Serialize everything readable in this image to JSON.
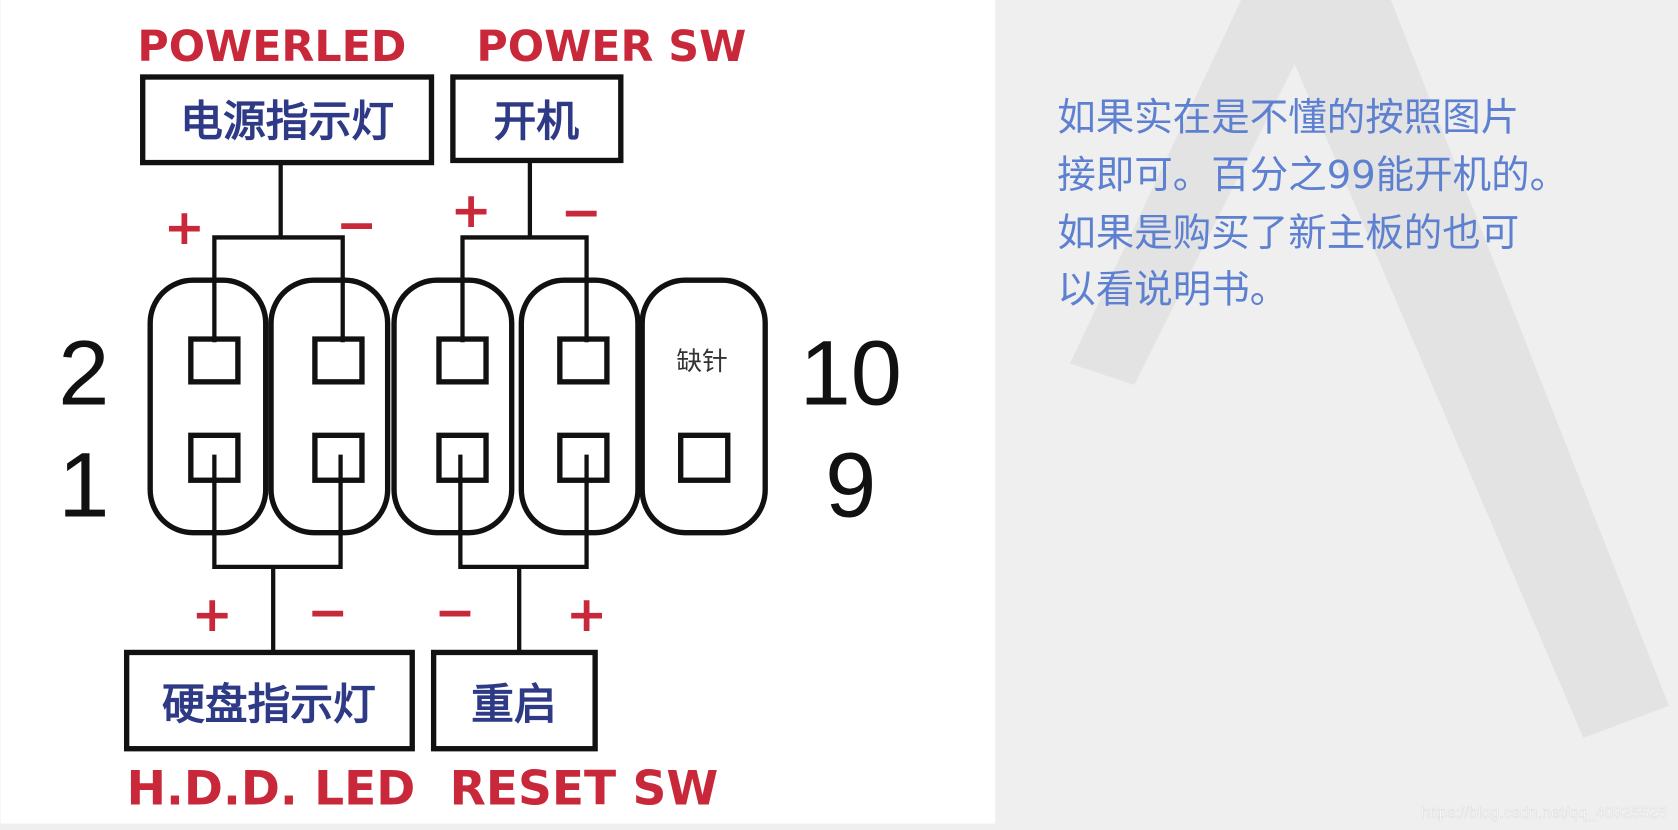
{
  "top_labels": {
    "power_led": "POWERLED",
    "power_sw": "POWER SW"
  },
  "top_boxes": {
    "power_led": "电源指示灯",
    "power_sw": "开机"
  },
  "bottom_boxes": {
    "hdd_led": "硬盘指示灯",
    "reset_sw": "重启"
  },
  "bottom_labels": {
    "hdd_led": "H.D.D. LED",
    "reset_sw": "RESET SW"
  },
  "pin_numbers": {
    "top_left": "2",
    "bottom_left": "1",
    "top_right": "10",
    "bottom_right": "9"
  },
  "missing_pin": "缺针",
  "signs": {
    "plus": "+",
    "minus": "−"
  },
  "note_lines": [
    "如果实在是不懂的按照图片",
    "接即可。百分之99能开机的。",
    "如果是购买了新主板的也可",
    "以看说明书。"
  ],
  "watermark_url": "https://blog.csdn.net/qq_40925525",
  "colors": {
    "label_red": "#c8283a",
    "box_text": "#2e3a86",
    "note_blue": "#5d80d0"
  }
}
